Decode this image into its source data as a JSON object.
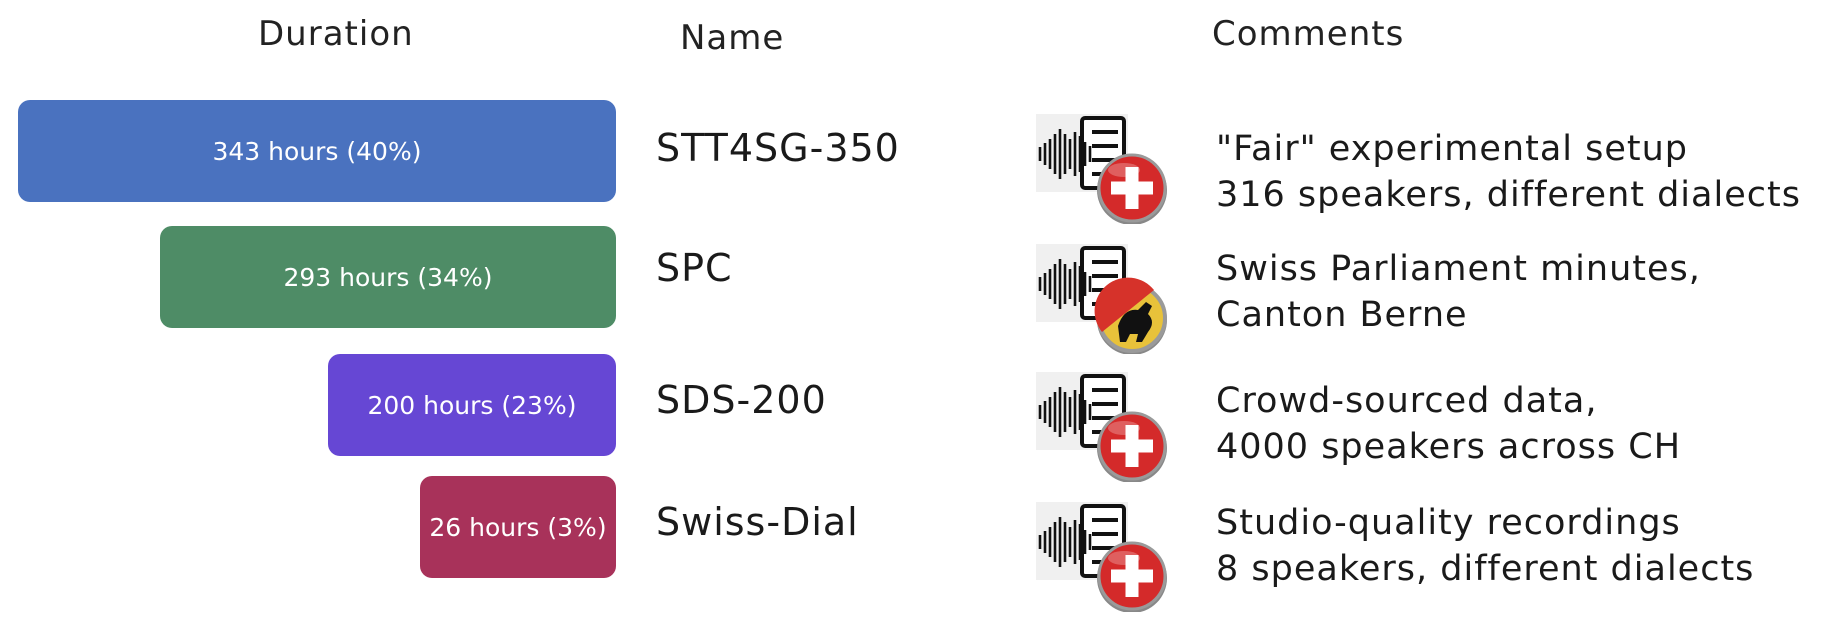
{
  "headers": {
    "duration": "Duration",
    "name": "Name",
    "comments": "Comments"
  },
  "rows": [
    {
      "duration": "343 hours (40%)",
      "fraction": 0.4,
      "color": "#4a72bf",
      "name": "STT4SG-350",
      "badge": "swiss-cross-icon",
      "comment_lines": [
        "\"Fair\" experimental setup",
        "316 speakers, different dialects"
      ]
    },
    {
      "duration": "293 hours (34%)",
      "fraction": 0.34,
      "color": "#4e8c66",
      "name": "SPC",
      "badge": "bern-bear-icon",
      "comment_lines": [
        "Swiss Parliament minutes,",
        "Canton Berne"
      ]
    },
    {
      "duration": "200 hours (23%)",
      "fraction": 0.23,
      "color": "#6647d4",
      "name": "SDS-200",
      "badge": "swiss-cross-icon",
      "comment_lines": [
        "Crowd-sourced data,",
        "4000 speakers across CH"
      ]
    },
    {
      "duration": "26 hours (3%)",
      "fraction": 0.03,
      "color": "#a8325a",
      "name": "Swiss-Dial",
      "badge": "swiss-cross-icon",
      "comment_lines": [
        "Studio-quality recordings",
        "8 speakers, different dialects"
      ]
    }
  ]
}
